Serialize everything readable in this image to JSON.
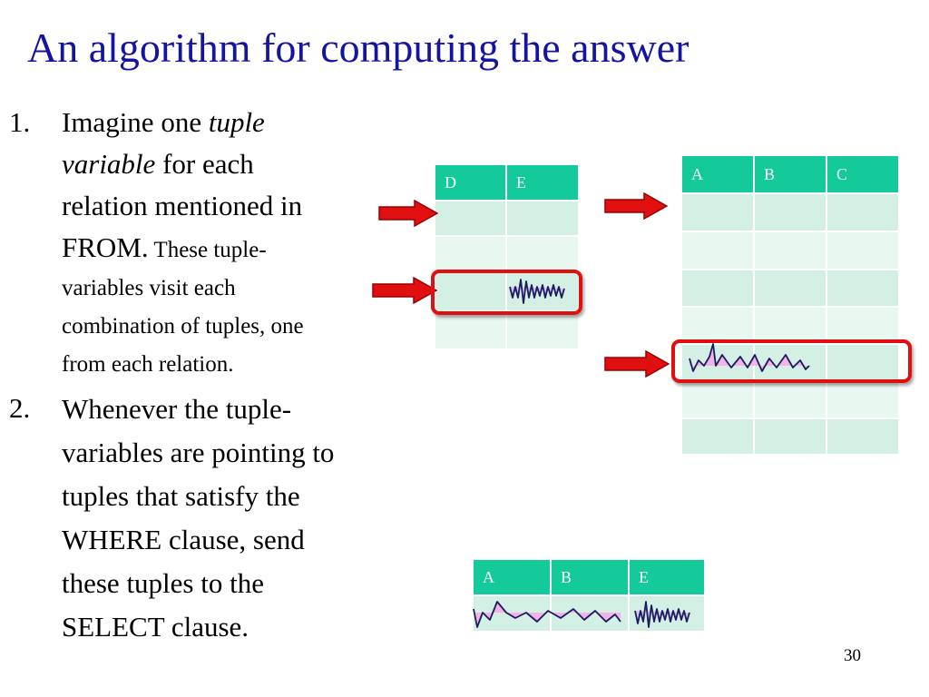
{
  "slide": {
    "title": "An algorithm for computing the answer",
    "page_number": "30",
    "items": [
      {
        "number": "1.",
        "line1_prefix": "Imagine one ",
        "line1_italic": "tuple",
        "line2_italic": "variable",
        "line2_suffix": " for each",
        "line3": "relation mentioned in",
        "line4_big": "FROM.",
        "line4_small": " These tuple-",
        "line5": "variables visit each",
        "line6": "combination of tuples, one",
        "line7": "from each relation."
      },
      {
        "number": "2.",
        "lines": [
          "Whenever the tuple-",
          "variables are pointing to",
          "tuples that satisfy the",
          "WHERE clause, send",
          "these tuples to the",
          "SELECT clause."
        ]
      }
    ]
  },
  "tables": {
    "de": {
      "headers": [
        "D",
        "E"
      ]
    },
    "abc": {
      "headers": [
        "A",
        "B",
        "C"
      ]
    },
    "abe": {
      "headers": [
        "A",
        "B",
        "E"
      ]
    }
  },
  "colors": {
    "title": "#1414a0",
    "header_bg": "#14c99a",
    "cell_bg": "#d4efe3",
    "highlight": "#e01010",
    "arrow": "#e01010"
  }
}
